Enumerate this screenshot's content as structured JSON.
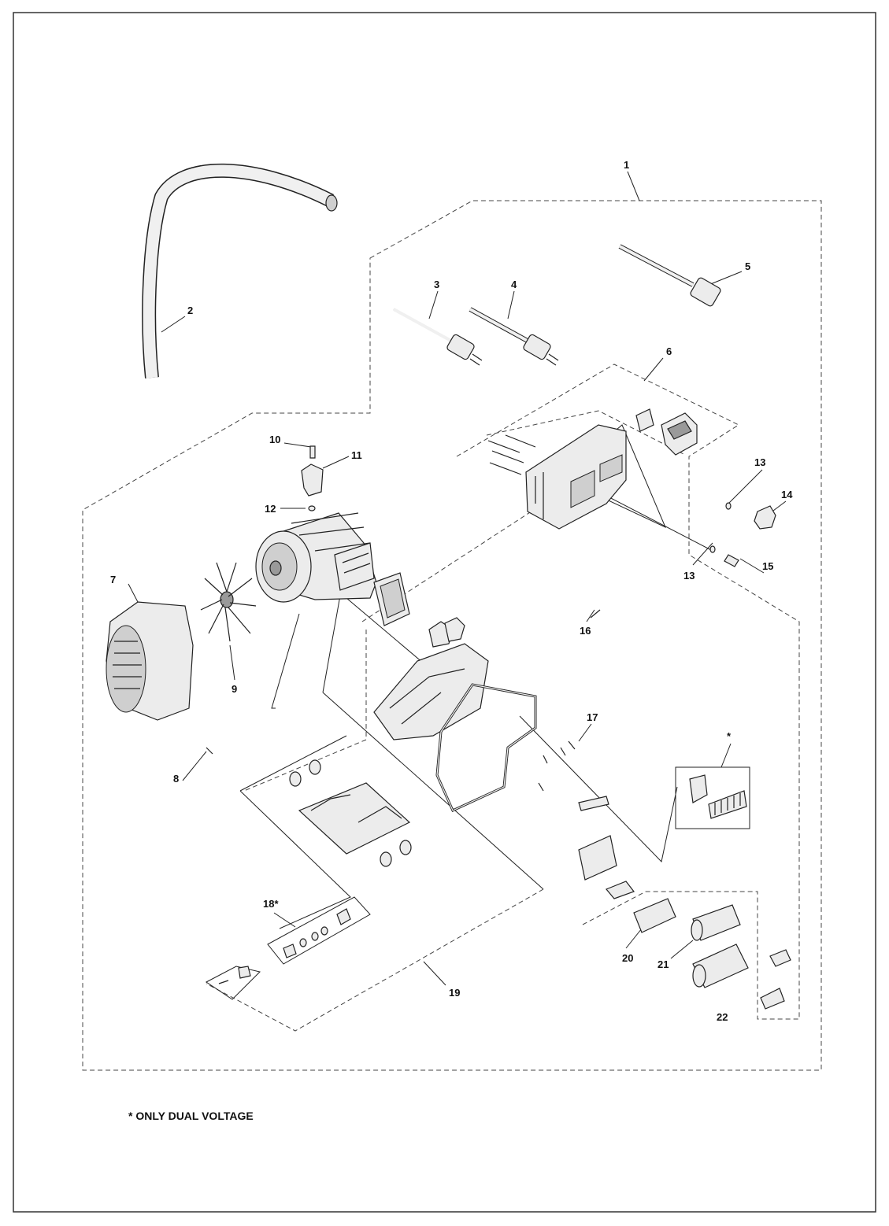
{
  "diagram": {
    "callouts": [
      {
        "id": "c1",
        "label": "1"
      },
      {
        "id": "c2",
        "label": "2"
      },
      {
        "id": "c3",
        "label": "3"
      },
      {
        "id": "c4",
        "label": "4"
      },
      {
        "id": "c5",
        "label": "5"
      },
      {
        "id": "c6",
        "label": "6"
      },
      {
        "id": "c7",
        "label": "7"
      },
      {
        "id": "c8",
        "label": "8"
      },
      {
        "id": "c9",
        "label": "9"
      },
      {
        "id": "c10",
        "label": "10"
      },
      {
        "id": "c11",
        "label": "11"
      },
      {
        "id": "c12",
        "label": "12"
      },
      {
        "id": "c13a",
        "label": "13"
      },
      {
        "id": "c13b",
        "label": "13"
      },
      {
        "id": "c14",
        "label": "14"
      },
      {
        "id": "c15",
        "label": "15"
      },
      {
        "id": "c16",
        "label": "16"
      },
      {
        "id": "c17",
        "label": "17"
      },
      {
        "id": "c18",
        "label": "18*"
      },
      {
        "id": "c19",
        "label": "19"
      },
      {
        "id": "c20",
        "label": "20"
      },
      {
        "id": "c21",
        "label": "21"
      },
      {
        "id": "c22",
        "label": "22"
      },
      {
        "id": "cstar",
        "label": "*"
      }
    ],
    "footnote": "* ONLY DUAL VOLTAGE",
    "colors": {
      "line": "#222222",
      "fill": "#ececec",
      "background": "#ffffff"
    }
  }
}
